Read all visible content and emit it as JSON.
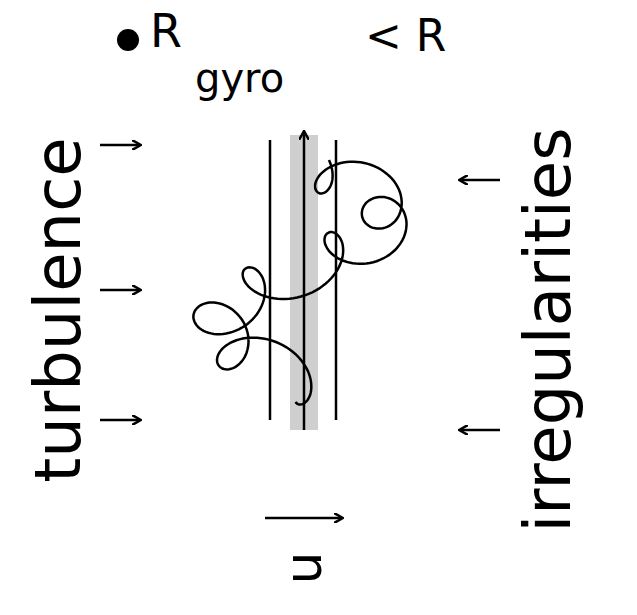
{
  "diagram": {
    "labels": [
      "turbulence",
      "irregularities",
      "R",
      "gyro",
      "< R",
      "u"
    ]
  }
}
